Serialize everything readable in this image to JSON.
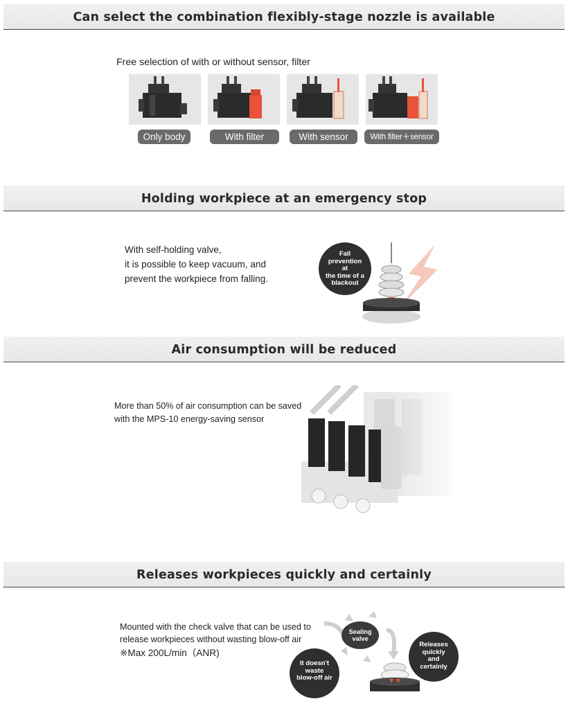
{
  "section1": {
    "title": "Can select the combination flexibly-stage nozzle is available",
    "intro": "Free selection of with or without sensor,  filter",
    "options": [
      "Only body",
      "With filter",
      "With sensor",
      "With filter＋sensor"
    ]
  },
  "section2": {
    "title": "Holding workpiece at an emergency stop",
    "lines": [
      "With self-holding valve,",
      "it is possible to keep vacuum, and",
      "prevent the workpiece from falling."
    ],
    "bubble": [
      "Fall",
      "prevention",
      "at",
      "the time of a",
      "blackout"
    ]
  },
  "section3": {
    "title": "Air consumption will be reduced",
    "lines": [
      "More than 50% of air consumption can be saved",
      "with the MPS-10 energy-saving sensor"
    ]
  },
  "section4": {
    "title": "Releases workpieces quickly and certainly",
    "lines": [
      "Mounted with the check valve that can be used to",
      "release workpieces without wasting blow-off air"
    ],
    "note": "※Max 200L/min（ANR)",
    "valve_label": [
      "Sealing",
      "valve"
    ],
    "left_bubble": [
      "It doesn't",
      "waste",
      "blow-off air"
    ],
    "right_bubble": [
      "Releases",
      "quickly",
      "and",
      "certainly"
    ]
  },
  "colors": {
    "header_bg": "#ececec",
    "pill": "#6a6a6a",
    "accent_red": "#e8533a",
    "bubble": "#2f2f2f"
  }
}
